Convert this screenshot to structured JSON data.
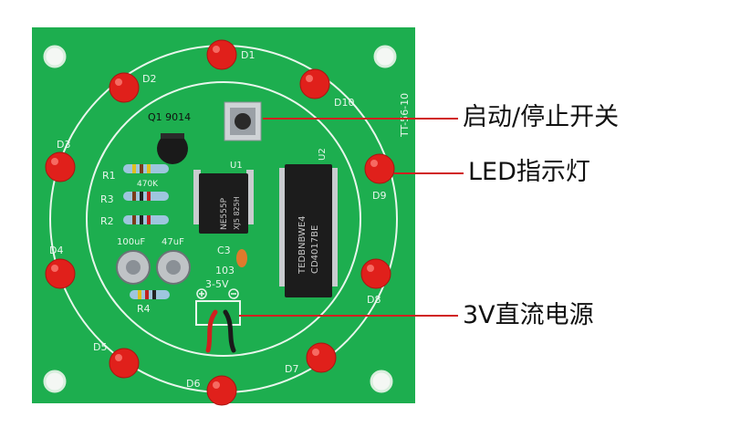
{
  "colors": {
    "pcb": "#1dae4f",
    "pcb_dark": "#14893b",
    "silk": "#e8f6ec",
    "led": "#e0201b",
    "callout_line": "#d11f1f"
  },
  "board": {
    "transistor_label": "Q1 9014",
    "version_label": "TT-56-10",
    "leds": [
      "D1",
      "D2",
      "D3",
      "D4",
      "D5",
      "D6",
      "D7",
      "D8",
      "D9",
      "D10"
    ],
    "resistors": [
      "R1",
      "R3",
      "R2",
      "R4"
    ],
    "resistor_marking": "470K",
    "ic1": {
      "ref": "U1",
      "line1": "NE555P",
      "line2": "XJ5 825H"
    },
    "ic2": {
      "ref": "U2",
      "line1": "TEDBNBWE4",
      "line2": "CD4017BE"
    },
    "cap_values": [
      "100uF",
      "47uF"
    ],
    "c3": {
      "ref": "C3",
      "value": "103"
    },
    "voltage": "3-5V"
  },
  "callouts": {
    "switch": "启动/停止开关",
    "led": "LED指示灯",
    "power": "3V直流电源"
  }
}
